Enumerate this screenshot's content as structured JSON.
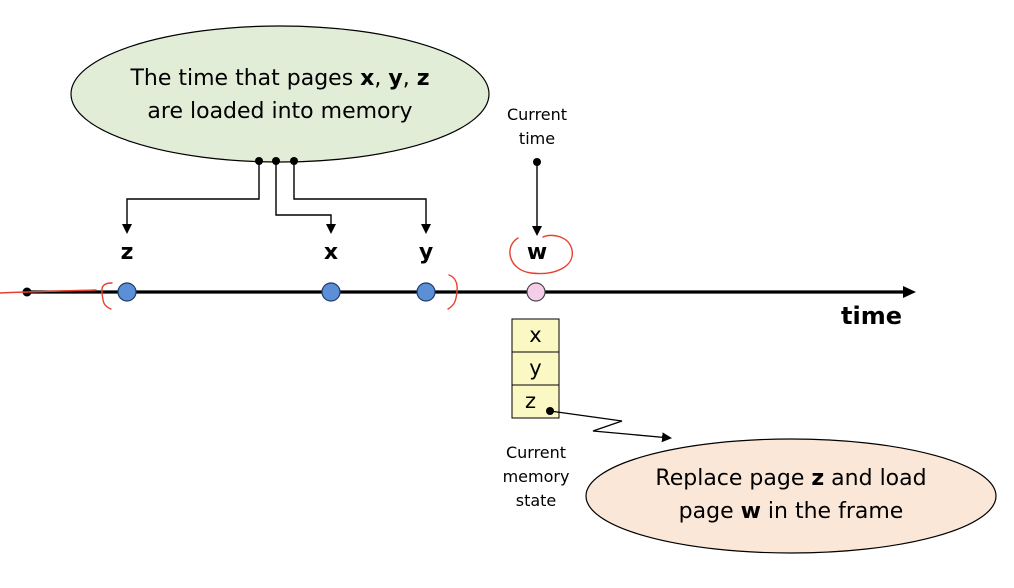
{
  "top_bubble": {
    "prefix": "The time that pages ",
    "x": "x",
    "sep1": ", ",
    "y": "y",
    "sep2": ", ",
    "z": "z",
    "line2": "are loaded into memory"
  },
  "current_time": {
    "line1": "Current",
    "line2": "time"
  },
  "timeline": {
    "axis_label": "time",
    "points": [
      {
        "name": "z",
        "label": "z",
        "color": "#5b8fd6"
      },
      {
        "name": "x",
        "label": "x",
        "color": "#5b8fd6"
      },
      {
        "name": "y",
        "label": "y",
        "color": "#5b8fd6"
      },
      {
        "name": "w",
        "label": "w",
        "color": "#f5cde8"
      }
    ]
  },
  "memory": {
    "cells": [
      "x",
      "y",
      "z"
    ],
    "label_line1": "Current",
    "label_line2": "memory",
    "label_line3": "state",
    "fill": "#fbf8c4"
  },
  "bottom_bubble": {
    "pre1": "Replace page ",
    "b1": "z",
    "post1": " and load",
    "pre2": "page ",
    "b2": "w",
    "post2": " in the frame"
  },
  "colors": {
    "top_bubble_fill": "#e2edd8",
    "bottom_bubble_fill": "#fbe7d8",
    "annotation_red": "#e8402e"
  }
}
